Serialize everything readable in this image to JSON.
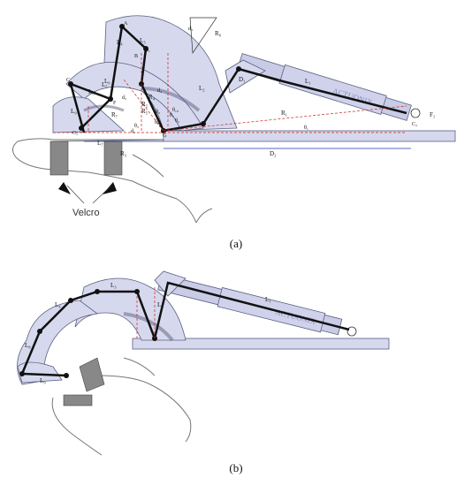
{
  "figure": {
    "panels": [
      {
        "label": "(a)"
      },
      {
        "label": "(b)"
      }
    ]
  },
  "panel_a": {
    "callout": "Velcro",
    "labels": {
      "L3": "L₃",
      "L4": "L₄",
      "L5": "L₅",
      "L6": "L₆",
      "L1": "L₁",
      "L2": "L₂",
      "L7": "L₇",
      "L8": "L₈",
      "L9": "L₉",
      "D1": "D₁",
      "D2": "D₂",
      "F1": "F₁",
      "R1": "R₁",
      "R2": "R₂",
      "R3": "R₃",
      "R4": "R₄",
      "R5": "R₅",
      "R6": "R₆",
      "R7": "R₇",
      "d1": "d₁",
      "d2": "d₂",
      "d3": "d₃",
      "d4": "d₄",
      "theta1": "θ₁",
      "theta2": "θ₂",
      "theta3": "θ₃",
      "theta7": "θ₇",
      "theta8": "θ₈",
      "theta9": "θ₉",
      "theta10": "θ₁₀",
      "beta1": "β₁",
      "A": "A",
      "B": "B",
      "C": "C",
      "C1": "C₁",
      "C2": "C₂",
      "E": "E",
      "F": "F",
      "G": "G"
    },
    "actuator_brand": "ACTUONIX"
  },
  "panel_b": {
    "labels": {
      "L3": "L₃",
      "L4": "L₄",
      "L1": "L₁",
      "L2": "L₂",
      "L8": "L₈",
      "L9": "L₉"
    },
    "actuator_brand": "ACTUONIX"
  },
  "colors": {
    "body": "#d6d9ee",
    "body_stroke": "#5a5f80",
    "link": "#111111",
    "dim_red": "#cc2222",
    "dim_blue": "#2233aa",
    "velcro": "#888888"
  }
}
